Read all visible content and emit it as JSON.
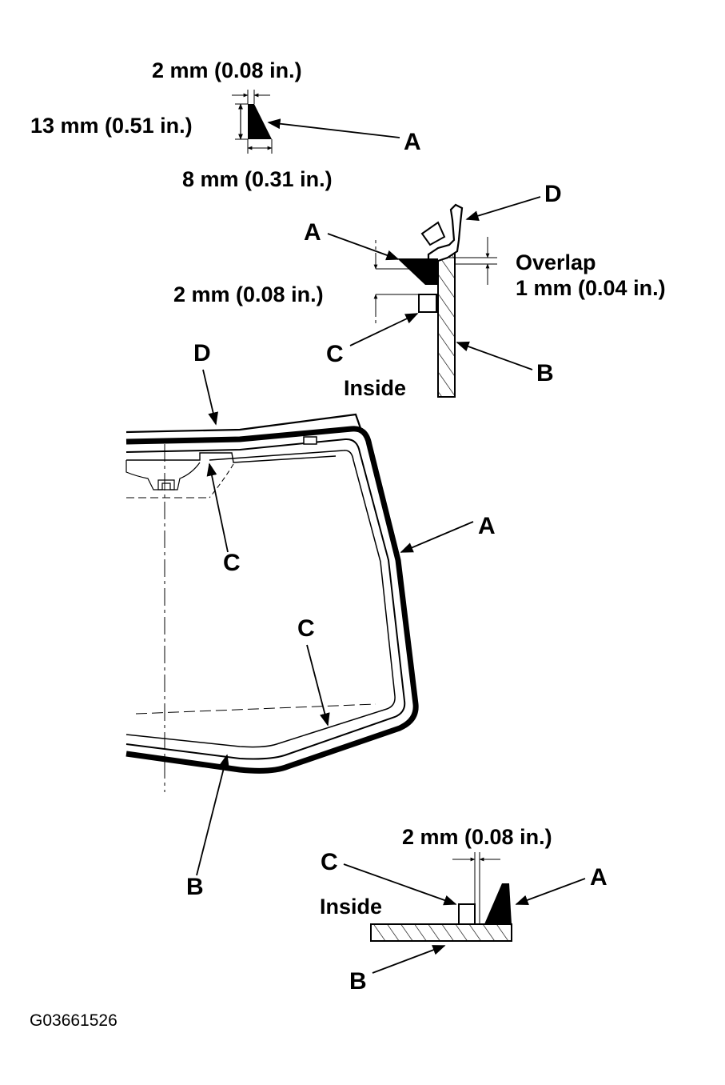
{
  "detail_top": {
    "dim_top": "2 mm (0.08 in.)",
    "dim_left": "13 mm (0.51 in.)",
    "dim_bottom": "8 mm (0.31 in.)",
    "label_a": "A"
  },
  "detail_upper": {
    "label_a": "A",
    "label_b": "B",
    "label_c": "C",
    "label_d": "D",
    "dim": "2 mm (0.08 in.)",
    "overlap_line1": "Overlap",
    "overlap_line2": "1 mm (0.04 in.)",
    "inside": "Inside"
  },
  "windshield": {
    "label_a": "A",
    "label_b": "B",
    "label_c_top": "C",
    "label_c_bottom": "C",
    "label_d": "D"
  },
  "detail_lower": {
    "dim": "2 mm (0.08 in.)",
    "label_a": "A",
    "label_b": "B",
    "label_c": "C",
    "inside": "Inside"
  },
  "figure_code": "G03661526"
}
